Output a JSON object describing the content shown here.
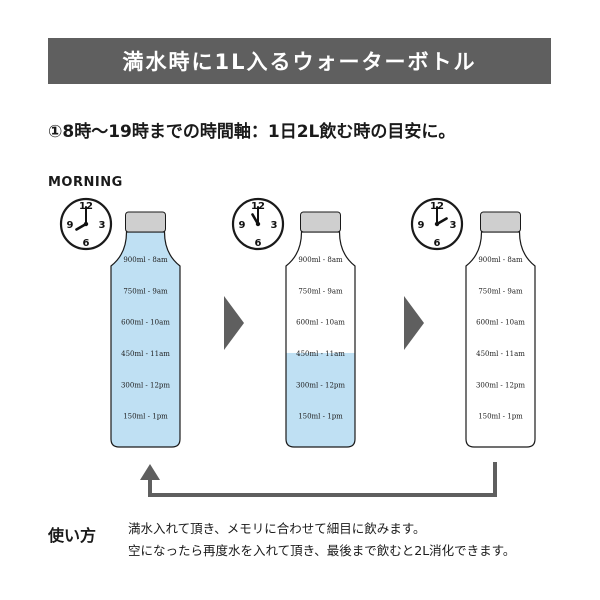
{
  "header": {
    "title": "満水時に1L入るウォーターボトル"
  },
  "subtitle": "①8時〜19時までの時間軸：1日2L飲む時の目安に。",
  "morning_label": "MORNING",
  "clock_numbers": [
    "12",
    "3",
    "6",
    "9"
  ],
  "marks": [
    "900ml - 8am",
    "750ml - 9am",
    "600ml - 10am",
    "450ml - 11am",
    "300ml - 12pm",
    "150ml - 1pm"
  ],
  "bottles": [
    {
      "fill_ml": 1000,
      "clock_time": "8:00"
    },
    {
      "fill_ml": 450,
      "clock_time": "11:00"
    },
    {
      "fill_ml": 0,
      "clock_time": "14:00"
    }
  ],
  "usage": {
    "title": "使い方",
    "line1": "満水入れて頂き、メモリに合わせて細目に飲みます。",
    "line2": "空になったら再度水を入れて頂き、最後まで飲むと2L消化できます。"
  },
  "colors": {
    "banner": "#5f5f5f",
    "water": "#bfe0f3",
    "arrow": "#5f5f5f",
    "outline": "#1a1a1a",
    "cap": "#cfcfcf"
  }
}
